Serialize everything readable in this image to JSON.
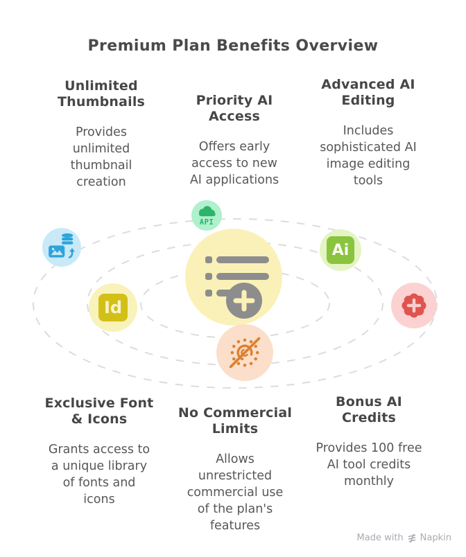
{
  "title": "Premium Plan Benefits Overview",
  "benefits": [
    {
      "heading": "Unlimited\nThumbnails",
      "description": "Provides\nunlimited\nthumbnail\ncreation"
    },
    {
      "heading": "Priority AI\nAccess",
      "description": "Offers early\naccess to new\nAI applications"
    },
    {
      "heading": "Advanced AI\nEditing",
      "description": "Includes\nsophisticated AI\nimage editing\ntools"
    },
    {
      "heading": "Exclusive Font\n& Icons",
      "description": "Grants access to\na unique library\nof fonts and\nicons"
    },
    {
      "heading": "No Commercial\nLimits",
      "description": "Allows\nunrestricted\ncommercial use\nof the plan's\nfeatures"
    },
    {
      "heading": "Bonus AI\nCredits",
      "description": "Provides 100 free\nAI tool credits\nmonthly"
    }
  ],
  "orbit_icons": {
    "api_label": "API",
    "indesign_label": "Id",
    "illustrator_label": "Ai"
  },
  "watermark": {
    "prefix": "Made with",
    "brand": "Napkin"
  },
  "colors": {
    "heading_text": "#464646",
    "body_text": "#575757",
    "center_circle": "#faf1b8",
    "center_icon": "#8d8d8d",
    "api_circle": "#aff0cd",
    "api_icon": "#27b469",
    "media_circle": "#c9e9f8",
    "media_icon": "#2ba5da",
    "indesign_circle": "#f9f2bb",
    "indesign_badge": "#d2c017",
    "illustrator_circle": "#e4f4c3",
    "illustrator_badge": "#8ac43f",
    "badge_circle": "#fbd2d1",
    "badge_icon": "#e05450",
    "hidden_circle": "#fbdfca",
    "hidden_icon": "#dd8131",
    "orbit_line": "#dcdcdc",
    "watermark_text": "#a9abb2"
  }
}
